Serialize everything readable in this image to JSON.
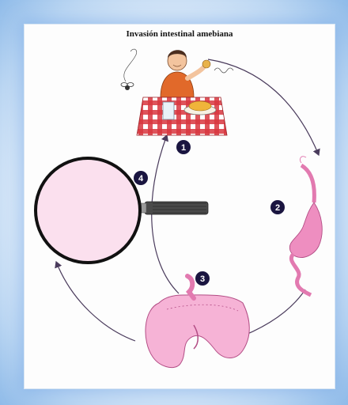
{
  "title": "Invasión intestinal amebiana",
  "steps": [
    {
      "label": "1",
      "icon": "eating-person"
    },
    {
      "label": "2",
      "icon": "stomach"
    },
    {
      "label": "3",
      "icon": "large-intestine"
    },
    {
      "label": "4",
      "icon": "magnifying-glass-mucosa"
    }
  ],
  "colors": {
    "accent": "#e27ab0",
    "tablecloth": "#d9363e",
    "badge": "#1a1540",
    "frame": "#8fbbe9"
  }
}
